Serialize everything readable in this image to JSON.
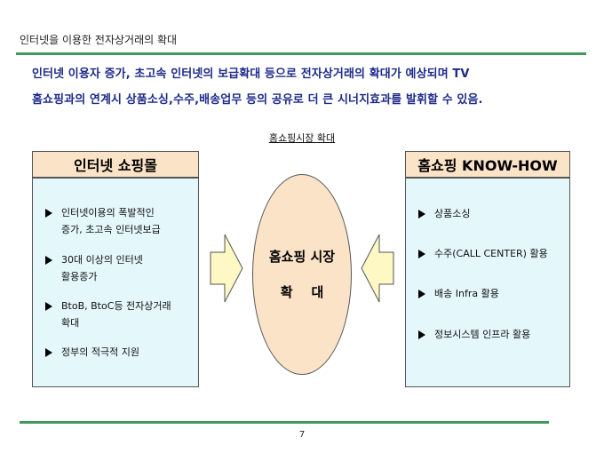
{
  "slide": {
    "title": "인터넷을 이용한 전자상거래의 확대",
    "summary_line1": "인터넷 이용자 증가, 초고속 인터넷의 보급확대 등으로 전자상거래의 확대가 예상되며 TV",
    "summary_line2": "홈쇼핑과의 연계시 상품소싱,수주,배송업무 등의 공유로 더 큰 시너지효과를 발휘할 수 있음.",
    "caption": "홈쇼핑시장 확대",
    "page_number": "7"
  },
  "left_panel": {
    "header": "인터넷 쇼핑몰",
    "items": [
      "인터넷이용의 폭발적인\n증가, 초고속 인터넷보급",
      "30대 이상의 인터넷\n활용증가",
      "BtoB, BtoC등 전자상거래\n확대",
      "정부의 적극적 지원"
    ]
  },
  "center": {
    "line1": "홈쇼핑 시장",
    "line2": "확    대"
  },
  "right_panel": {
    "header": "홈쇼핑 KNOW-HOW",
    "items": [
      "상품소싱",
      "수주(CALL CENTER) 활용",
      "배송 Infra 활용",
      "정보시스템 인프라 활용"
    ]
  },
  "colors": {
    "rule": "#3f9a5c",
    "summary_text": "#1c2a8a",
    "header_fill": "#fbe3c8",
    "body_fill": "#e4f7fb",
    "arrow_fill": "#fdf8c4"
  },
  "icons": {
    "bullet": "triangle-right-icon",
    "left_arrow": "arrow-right-icon",
    "right_arrow": "arrow-left-icon"
  }
}
